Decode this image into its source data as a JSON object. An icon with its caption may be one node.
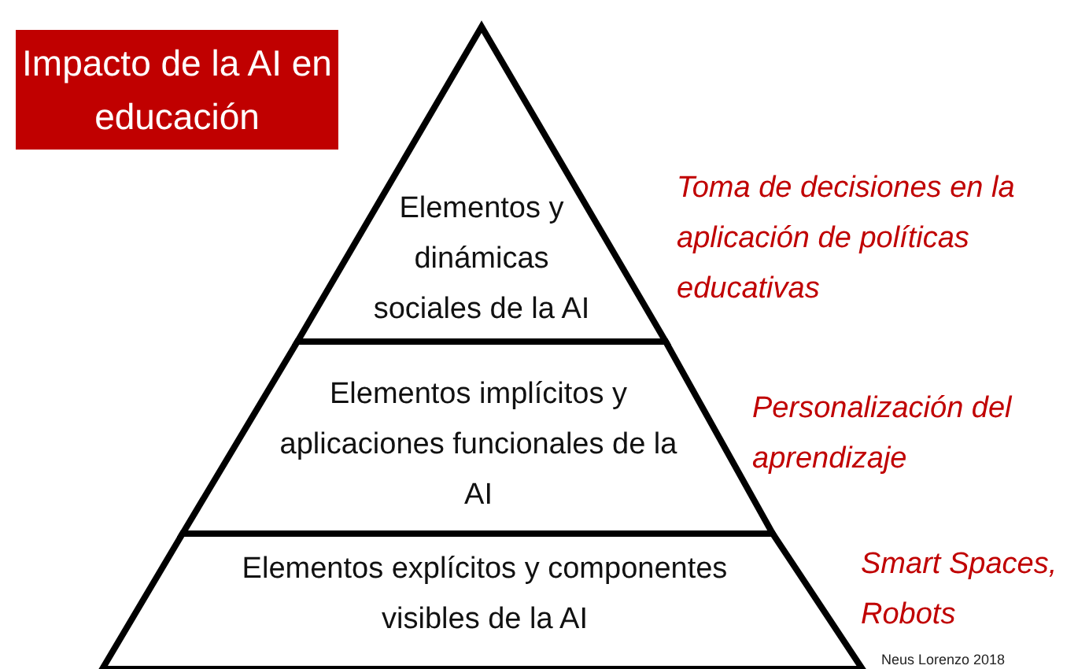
{
  "diagram": {
    "title": "Impacto de la AI en educación",
    "nodes": [
      {
        "text": [
          "Elementos y dinámicas sociales de la AI"
        ],
        "beside": [
          "Toma de decisiones en la aplicación de políticas educativas"
        ]
      },
      {
        "text": [
          "Elementos implícitos y aplicaciones funcionales de la AI"
        ],
        "beside": [
          "Personalización del aprendizaje"
        ]
      },
      {
        "text": [
          "Elementos explícitos y componentes visibles de la AI"
        ],
        "beside": [
          "Smart Spaces, Robots"
        ]
      }
    ],
    "labels": [
      "Neus Lorenzo 2018"
    ]
  }
}
